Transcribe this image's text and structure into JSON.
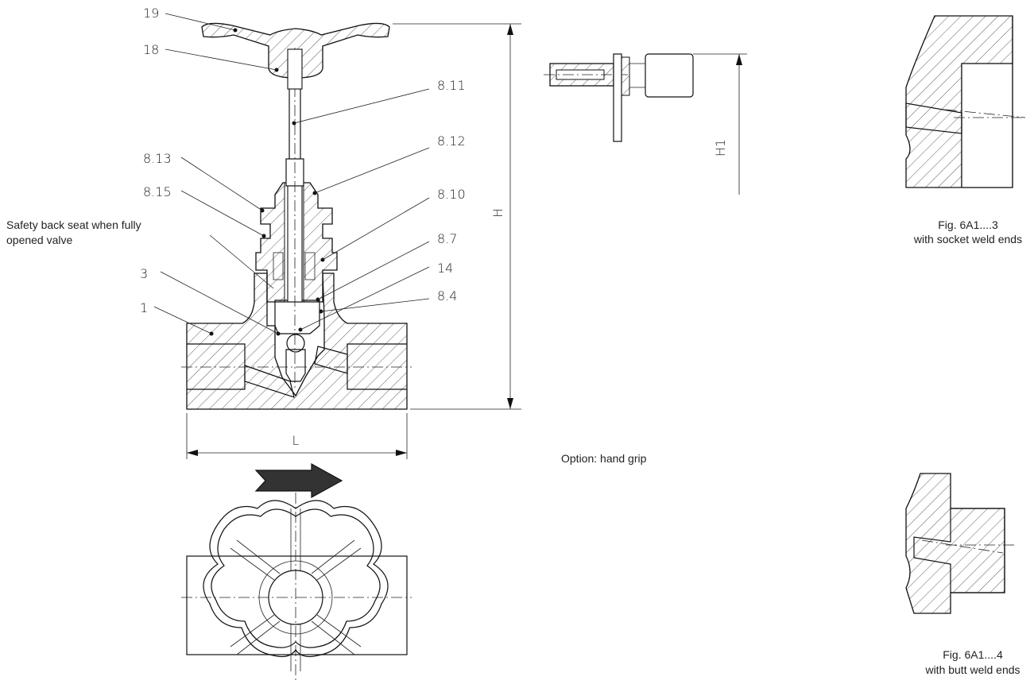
{
  "parts": [
    "19",
    "18",
    "8.11",
    "8.12",
    "8.13",
    "8.15",
    "8.10",
    "8.7",
    "14",
    "8.4",
    "3",
    "1"
  ],
  "notes": {
    "back_seat_line1": "Safety back seat when fully",
    "back_seat_line2": "opened valve",
    "hand_grip": "Option: hand grip"
  },
  "dimensions": {
    "height": "H",
    "length": "L",
    "height_grip": "H1"
  },
  "figures": {
    "socket": {
      "title": "Fig. 6A1....3",
      "subtitle": "with socket weld ends"
    },
    "butt": {
      "title": "Fig. 6A1....4",
      "subtitle": "with butt weld ends"
    }
  },
  "icons": {
    "flow_direction": "flow-arrow-icon"
  }
}
